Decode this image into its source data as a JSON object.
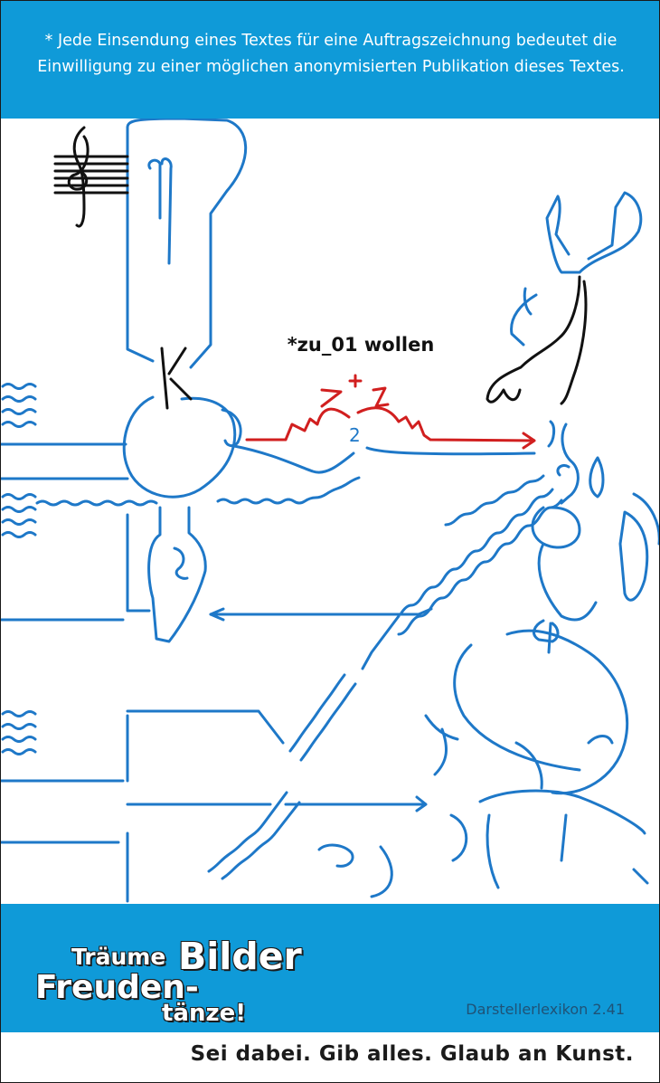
{
  "header": {
    "notice": "* Jede Einsendung eines Textes für eine Auftragszeichnung bedeutet die Einwilligung zu einer möglichen anonymisierten Publikation dieses Textes."
  },
  "drawing": {
    "caption": "*zu_01 wollen",
    "letter_mark": "K",
    "number_mark": "2",
    "plus_mark": "+",
    "colors": {
      "line": "#1e78c8",
      "accent_red": "#d11f1f",
      "ink": "#111111"
    }
  },
  "footer": {
    "logo": {
      "word1": "Träume",
      "word2": "Bilder",
      "word3": "Freuden-",
      "word4": "tänze!"
    },
    "edition": "Darstellerlexikon 2.41",
    "slogan": "Sei dabei. Gib alles. Glaub an Kunst."
  },
  "colors": {
    "band": "#0f9ad8",
    "text_dark": "#1b1b1b"
  }
}
